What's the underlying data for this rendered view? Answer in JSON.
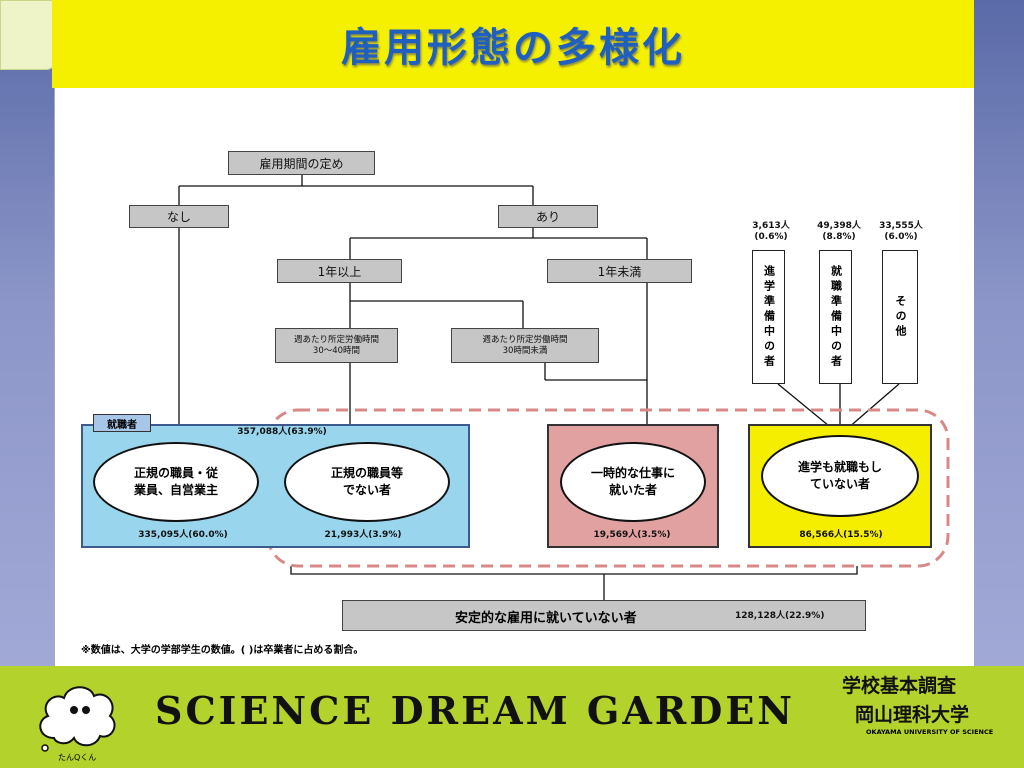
{
  "title": "雇用形態の多様化",
  "diagram": {
    "top_box": "雇用期間の定め",
    "nashi": "なし",
    "ari": "あり",
    "over_1yr": "1年以上",
    "under_1yr": "1年未満",
    "hours_30_40": "週あたり所定労働時間\n30～40時間",
    "hours_under_30": "週あたり所定労働時間\n30時間未満",
    "employed_label": "就職者",
    "employed_total": "357,088人(63.9%)",
    "regular": "正規の職員・従\n業員、自営業主",
    "regular_count": "335,095人(60.0%)",
    "non_regular": "正規の職員等\nでない者",
    "non_regular_count": "21,993人(3.9%)",
    "temporary": "一時的な仕事に\n就いた者",
    "temporary_count": "19,569人(3.5%)",
    "neither": "進学も就職もし\nていない者",
    "neither_count": "86,566人(15.5%)",
    "vertical": [
      {
        "label": "進学準備中の者",
        "count": "3,613人\n(0.6%)"
      },
      {
        "label": "就職準備中の者",
        "count": "49,398人\n(8.8%)"
      },
      {
        "label": "その他",
        "count": "33,555人\n(6.0%)"
      }
    ],
    "unstable_label": "安定的な雇用に就いていない者",
    "unstable_count": "128,128人(22.9%)",
    "note": "※数値は、大学の学部学生の数値。(  )は卒業者に占める割合。"
  },
  "footer": {
    "brand": "SCIENCE DREAM GARDEN",
    "source": "学校基本調査",
    "university": "岡山理科大学",
    "university_en": "OKAYAMA UNIVERSITY OF SCIENCE",
    "mascot": "たんQくん"
  }
}
